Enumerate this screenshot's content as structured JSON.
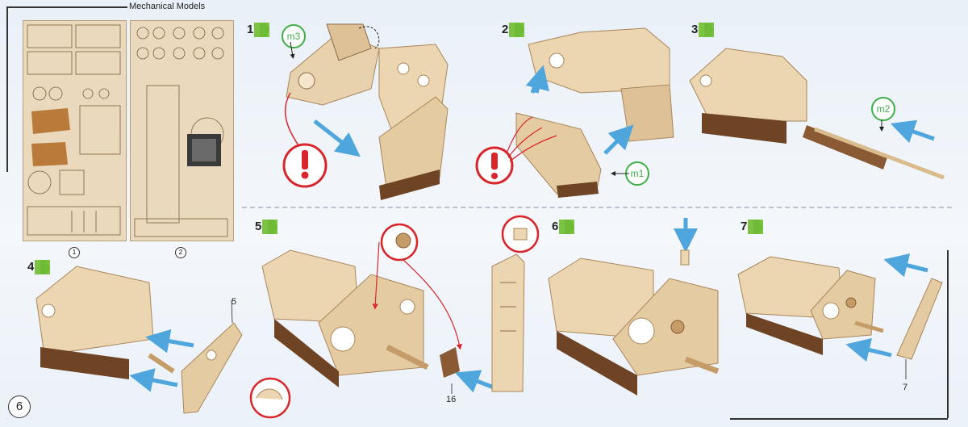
{
  "header": {
    "title": "Mechanical Models"
  },
  "page_number": "6",
  "steps": [
    {
      "label": "1"
    },
    {
      "label": "2"
    },
    {
      "label": "3"
    },
    {
      "label": "4"
    },
    {
      "label": "5"
    },
    {
      "label": "6"
    },
    {
      "label": "7"
    }
  ],
  "badges": {
    "m1": "m1",
    "m2": "m2",
    "m3": "m3"
  },
  "callouts": {
    "part5": "5",
    "part16": "16",
    "part7": "7"
  },
  "sheets": [
    {
      "label": "1"
    },
    {
      "label": "2"
    }
  ],
  "colors": {
    "step_green": "#7cc243",
    "badge_green": "#3fae49",
    "arrow_blue": "#4ea6dc",
    "warning_red": "#d7262c",
    "wood_light": "#e8d2ad",
    "wood_dark": "#8a5a34"
  }
}
